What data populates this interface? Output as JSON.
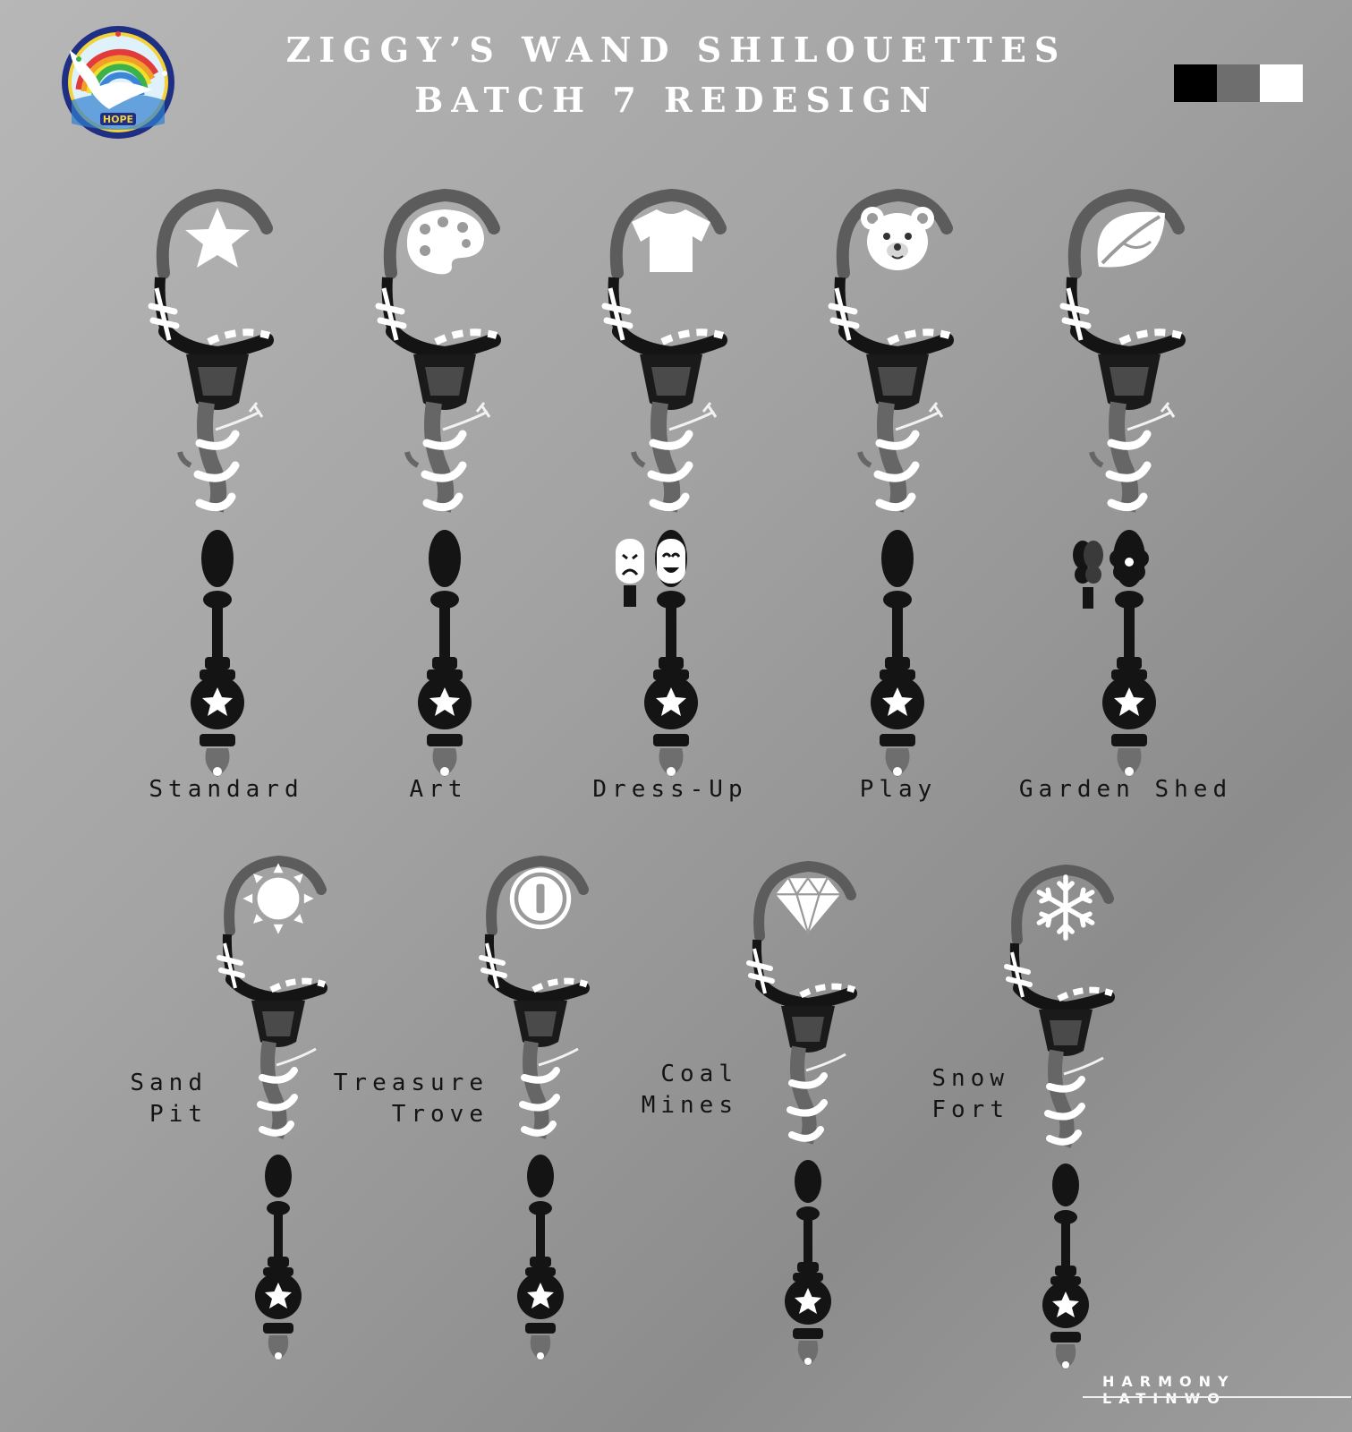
{
  "header": {
    "title_line1": "ZIGGY’S WAND SHILOUETTES",
    "title_line2": "BATCH 7 REDESIGN",
    "logo_text": "HOPE"
  },
  "palette": [
    "#000000",
    "#6e6e6e",
    "#ffffff"
  ],
  "wands": [
    {
      "label": "Standard",
      "icon": "star-icon"
    },
    {
      "label": "Art",
      "icon": "palette-icon"
    },
    {
      "label": "Dress-Up",
      "icon": "tshirt-icon",
      "charms": [
        "sad-mask-icon",
        "happy-mask-icon"
      ]
    },
    {
      "label": "Play",
      "icon": "teddy-bear-icon"
    },
    {
      "label": "Garden Shed",
      "icon": "leaf-icon",
      "charms": [
        "butterfly-icon",
        "flower-icon"
      ]
    },
    {
      "label": "Sand\nPit",
      "icon": "sun-icon"
    },
    {
      "label": "Treasure\nTrove",
      "icon": "coin-icon"
    },
    {
      "label": "Coal\nMines",
      "icon": "diamond-icon"
    },
    {
      "label": "Snow\nFort",
      "icon": "snowflake-icon"
    }
  ],
  "credit": "HARMONY LATINWO"
}
